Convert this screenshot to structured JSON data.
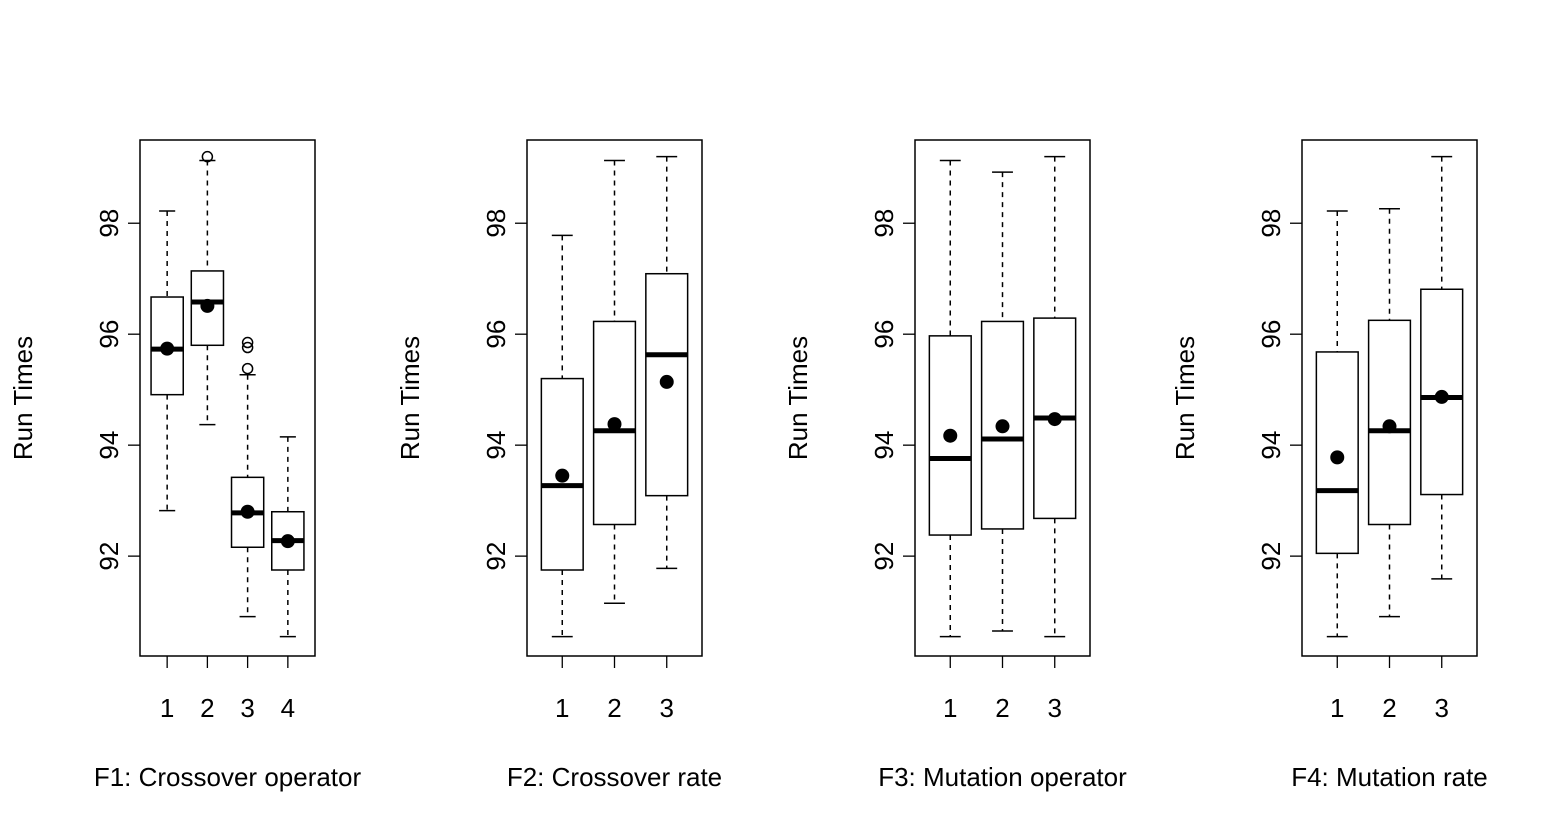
{
  "chart_data": [
    {
      "type": "box",
      "xlabel": "F1: Crossover operator",
      "ylabel": "Run Times",
      "ylim": [
        90.2,
        99.5
      ],
      "yticks": [
        92,
        94,
        96,
        98
      ],
      "categories": [
        "1",
        "2",
        "3",
        "4"
      ],
      "boxes": [
        {
          "whisker_low": 92.82,
          "q1": 94.91,
          "median": 95.73,
          "q3": 96.67,
          "whisker_high": 98.22,
          "mean": 95.74,
          "outliers": []
        },
        {
          "whisker_low": 94.37,
          "q1": 95.8,
          "median": 96.58,
          "q3": 97.14,
          "whisker_high": 99.13,
          "mean": 96.51,
          "outliers": [
            99.2
          ]
        },
        {
          "whisker_low": 90.91,
          "q1": 92.16,
          "median": 92.78,
          "q3": 93.42,
          "whisker_high": 95.27,
          "mean": 92.8,
          "outliers": [
            95.38,
            95.76,
            95.85
          ]
        },
        {
          "whisker_low": 90.55,
          "q1": 91.75,
          "median": 92.28,
          "q3": 92.8,
          "whisker_high": 94.15,
          "mean": 92.27,
          "outliers": []
        }
      ]
    },
    {
      "type": "box",
      "xlabel": "F2: Crossover rate",
      "ylabel": "Run Times",
      "ylim": [
        90.2,
        99.5
      ],
      "yticks": [
        92,
        94,
        96,
        98
      ],
      "categories": [
        "1",
        "2",
        "3"
      ],
      "boxes": [
        {
          "whisker_low": 90.55,
          "q1": 91.75,
          "median": 93.27,
          "q3": 95.2,
          "whisker_high": 97.78,
          "mean": 93.45,
          "outliers": []
        },
        {
          "whisker_low": 91.15,
          "q1": 92.57,
          "median": 94.26,
          "q3": 96.23,
          "whisker_high": 99.13,
          "mean": 94.38,
          "outliers": []
        },
        {
          "whisker_low": 91.78,
          "q1": 93.09,
          "median": 95.63,
          "q3": 97.09,
          "whisker_high": 99.2,
          "mean": 95.14,
          "outliers": []
        }
      ]
    },
    {
      "type": "box",
      "xlabel": "F3: Mutation operator",
      "ylabel": "Run Times",
      "ylim": [
        90.2,
        99.5
      ],
      "yticks": [
        92,
        94,
        96,
        98
      ],
      "categories": [
        "1",
        "2",
        "3"
      ],
      "boxes": [
        {
          "whisker_low": 90.55,
          "q1": 92.38,
          "median": 93.76,
          "q3": 95.97,
          "whisker_high": 99.13,
          "mean": 94.17,
          "outliers": []
        },
        {
          "whisker_low": 90.65,
          "q1": 92.49,
          "median": 94.11,
          "q3": 96.23,
          "whisker_high": 98.92,
          "mean": 94.34,
          "outliers": []
        },
        {
          "whisker_low": 90.55,
          "q1": 92.68,
          "median": 94.49,
          "q3": 96.29,
          "whisker_high": 99.2,
          "mean": 94.47,
          "outliers": []
        }
      ]
    },
    {
      "type": "box",
      "xlabel": "F4: Mutation rate",
      "ylabel": "Run Times",
      "ylim": [
        90.2,
        99.5
      ],
      "yticks": [
        92,
        94,
        96,
        98
      ],
      "categories": [
        "1",
        "2",
        "3"
      ],
      "boxes": [
        {
          "whisker_low": 90.55,
          "q1": 92.05,
          "median": 93.18,
          "q3": 95.68,
          "whisker_high": 98.22,
          "mean": 93.78,
          "outliers": []
        },
        {
          "whisker_low": 90.91,
          "q1": 92.57,
          "median": 94.26,
          "q3": 96.25,
          "whisker_high": 98.26,
          "mean": 94.34,
          "outliers": []
        },
        {
          "whisker_low": 91.59,
          "q1": 93.11,
          "median": 94.86,
          "q3": 96.81,
          "whisker_high": 99.2,
          "mean": 94.87,
          "outliers": []
        }
      ]
    }
  ]
}
